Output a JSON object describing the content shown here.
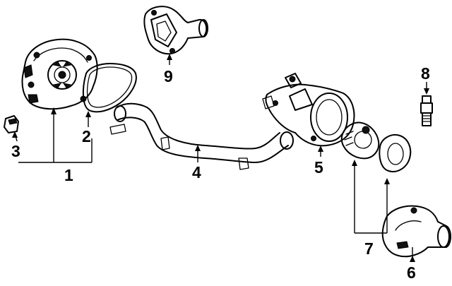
{
  "diagram": {
    "background_color": "#ffffff",
    "line_color": "#000000",
    "callouts": [
      {
        "id": "c1",
        "label": "1"
      },
      {
        "id": "c2",
        "label": "2"
      },
      {
        "id": "c3",
        "label": "3"
      },
      {
        "id": "c4",
        "label": "4"
      },
      {
        "id": "c5",
        "label": "5"
      },
      {
        "id": "c6",
        "label": "6"
      },
      {
        "id": "c7",
        "label": "7"
      },
      {
        "id": "c8",
        "label": "8"
      },
      {
        "id": "c9",
        "label": "9"
      }
    ]
  }
}
